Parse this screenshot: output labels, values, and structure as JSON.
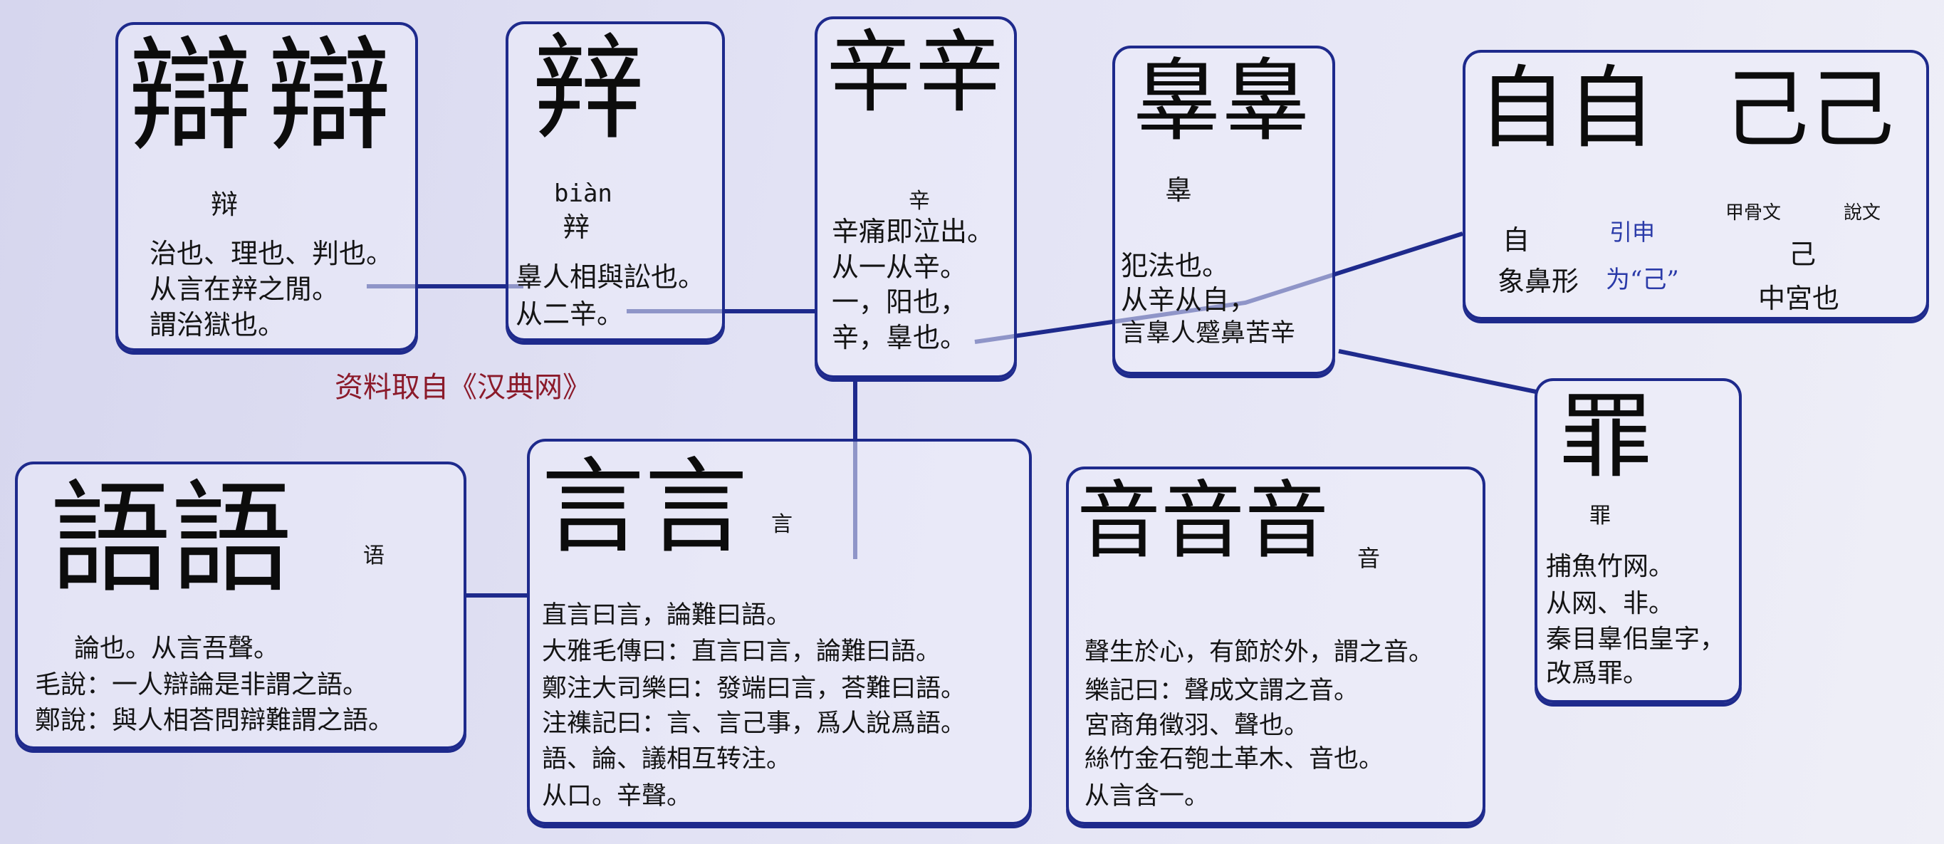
{
  "source_note": "资料取自《汉典网》",
  "colors": {
    "box_border": "#1e2a8c",
    "connector": "#1e2a8c",
    "source_note": "#8b1a2a",
    "highlight_text": "#2a3aa8"
  },
  "boxes": {
    "bian_speech": {
      "glyphs": "辯辯",
      "heading": "辩",
      "lines": [
        "治也、理也、判也。",
        "从言在辡之閒。",
        "謂治獄也。"
      ]
    },
    "bian_two_xin": {
      "glyphs": "辡",
      "pinyin": "biàn",
      "heading": "辡",
      "lines": [
        "辠人相與訟也。",
        "从二辛。"
      ]
    },
    "xin": {
      "glyphs": "辛辛",
      "heading": "辛",
      "lines": [
        "辛痛即泣出。",
        "从一从辛。",
        "一，阳也，",
        "辛，辠也。"
      ]
    },
    "zui_old": {
      "glyphs": "辠辠",
      "heading": "辠",
      "lines": [
        "犯法也。",
        "从辛从自，",
        "言辠人蹙鼻苦辛"
      ]
    },
    "zi_ji": {
      "glyphs_zi": "自自",
      "glyphs_ji": "己己",
      "script_label_oracle": "甲骨文",
      "script_label_shuowen": "說文",
      "zi_heading": "自",
      "zi_desc": "象鼻形",
      "extension_label": "引申",
      "extension_target": "为“己”",
      "ji_heading": "己",
      "ji_desc": "中宮也"
    },
    "zui": {
      "glyphs": "罪",
      "heading": "罪",
      "lines": [
        "捕魚竹网。",
        "从网、非。",
        "秦目辠佀皇字，",
        "改爲罪。"
      ]
    },
    "yu": {
      "glyphs": "語語",
      "label": "语",
      "lines": [
        "論也。从言吾聲。",
        "毛說：一人辯論是非謂之語。",
        "鄭說：與人相荅問辯難謂之語。"
      ]
    },
    "yan": {
      "glyphs": "言言",
      "label": "言",
      "lines": [
        "直言曰言，論難曰語。",
        "大雅毛傳曰：直言曰言，論難曰語。",
        "鄭注大司樂曰：發端曰言，荅難曰語。",
        "注襍記曰：言、言己事，爲人說爲語。",
        "語、論、議相互转注。",
        "从口。辛聲。"
      ]
    },
    "yin": {
      "glyphs": "音音音",
      "label": "音",
      "lines": [
        "聲生於心，有節於外，謂之音。",
        "樂記曰：聲成文謂之音。",
        "宮商角徵羽、聲也。",
        "絲竹金石匏土革木、音也。",
        "从言含一。"
      ]
    }
  }
}
